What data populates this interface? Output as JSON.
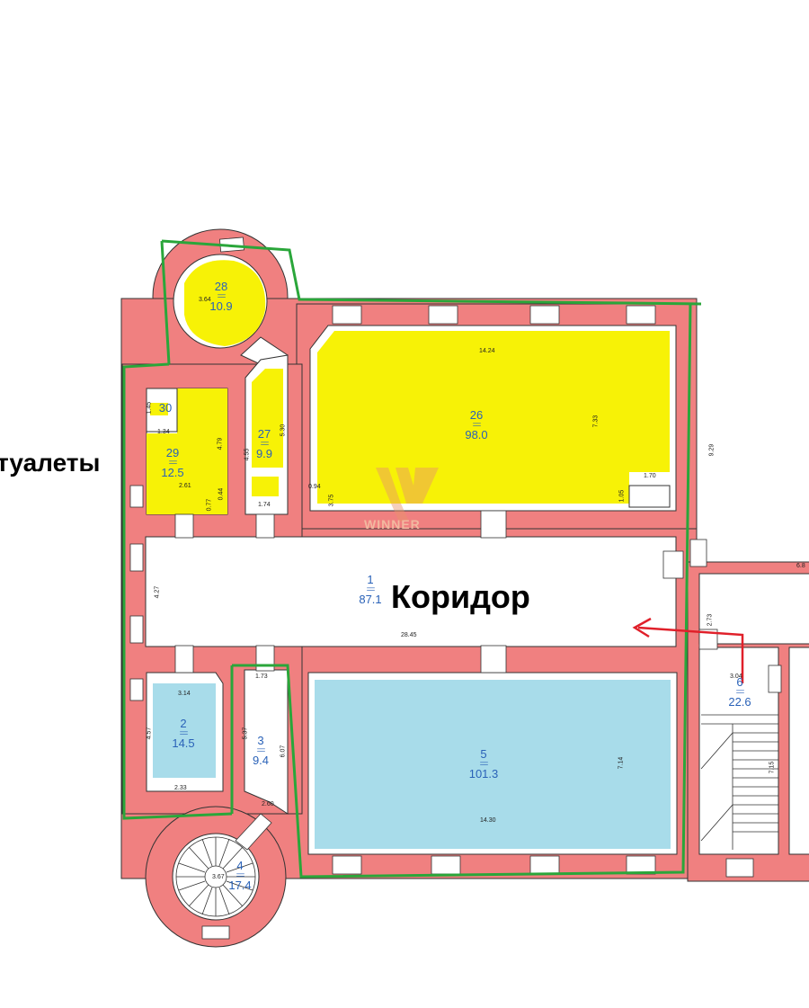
{
  "annotations": {
    "toilets_label": "туалеты",
    "corridor_label": "Коридор"
  },
  "watermark": {
    "text": "WINNER"
  },
  "rooms": [
    {
      "id": "room-28",
      "number": "28",
      "area": "10.9",
      "color": "yellow"
    },
    {
      "id": "room-30",
      "number": "30",
      "area": "",
      "color": "yellow"
    },
    {
      "id": "room-29",
      "number": "29",
      "area": "12.5",
      "color": "yellow"
    },
    {
      "id": "room-27",
      "number": "27",
      "area": "9.9",
      "color": "yellow"
    },
    {
      "id": "room-26",
      "number": "26",
      "area": "98.0",
      "color": "yellow"
    },
    {
      "id": "room-1",
      "number": "1",
      "area": "87.1",
      "color": "white"
    },
    {
      "id": "room-2",
      "number": "2",
      "area": "14.5",
      "color": "blue"
    },
    {
      "id": "room-3",
      "number": "3",
      "area": "9.4",
      "color": "white"
    },
    {
      "id": "room-4",
      "number": "4",
      "area": "17.4",
      "color": "white"
    },
    {
      "id": "room-5",
      "number": "5",
      "area": "101.3",
      "color": "blue"
    },
    {
      "id": "room-6",
      "number": "6",
      "area": "22.6",
      "color": "white"
    }
  ],
  "dimensions": {
    "d_14_24": "14.24",
    "d_7_33": "7.33",
    "d_1_70": "1.70",
    "d_1_05": "1.05",
    "d_0_94": "0.94",
    "d_3_75": "3.75",
    "d_5_30": "5.30",
    "d_4_55": "4.55",
    "d_1_74": "1.74",
    "d_4_79": "4.79",
    "d_2_61": "2.61",
    "d_0_77": "0.77",
    "d_0_44": "0.44",
    "d_1_34": "1.34",
    "d_1_45": "1.45",
    "d_3_64": "3.64",
    "d_4_27": "4.27",
    "d_28_45": "28.45",
    "d_2_73": "2.73",
    "d_9_29": "9.29",
    "d_3_14": "3.14",
    "d_4_57": "4.57",
    "d_2_33": "2.33",
    "d_1_73": "1.73",
    "d_5_37": "5.37",
    "d_6_07": "6.07",
    "d_2_60": "2.60",
    "d_14_30": "14.30",
    "d_7_14": "7.14",
    "d_3_04": "3.04",
    "d_7_15": "7.15",
    "d_3_67": "3.67",
    "d_6_8": "6.8"
  },
  "colors": {
    "wall": "#f08080",
    "yellow": "#f7f206",
    "blue": "#a8dcea",
    "outline": "#2aa63a",
    "arrow": "#e0202a"
  }
}
